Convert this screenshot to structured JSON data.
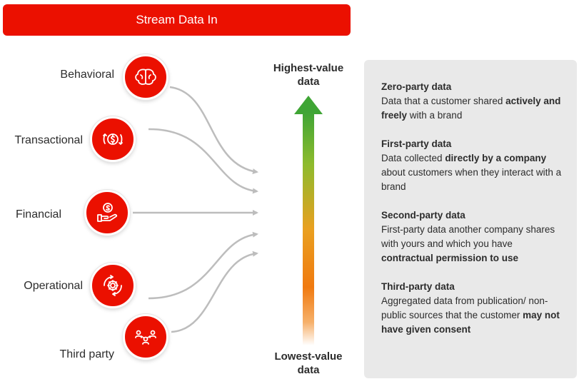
{
  "banner": {
    "title": "Stream Data In"
  },
  "sources": [
    {
      "label": "Behavioral",
      "icon": "brain-icon"
    },
    {
      "label": "Transactional",
      "icon": "currency-exchange-icon"
    },
    {
      "label": "Financial",
      "icon": "hand-coin-icon"
    },
    {
      "label": "Operational",
      "icon": "gear-cycle-icon"
    },
    {
      "label": "Third party",
      "icon": "people-network-icon"
    }
  ],
  "scale": {
    "top_label_line1": "Highest-value",
    "top_label_line2": "data",
    "bottom_label_line1": "Lowest-value",
    "bottom_label_line2": "data"
  },
  "colors": {
    "accent": "#eb1000",
    "high": "#3fa535",
    "mid": "#f07a10",
    "panel": "#e9e9e9"
  },
  "definitions": [
    {
      "title": "Zero-party data",
      "parts": [
        {
          "t": "Data that a customer shared "
        },
        {
          "t": "actively and freely",
          "b": true
        },
        {
          "t": " with a brand"
        }
      ]
    },
    {
      "title": "First-party data",
      "parts": [
        {
          "t": "Data collected "
        },
        {
          "t": "directly by a company",
          "b": true
        },
        {
          "t": " about customers when they interact with a brand"
        }
      ]
    },
    {
      "title": "Second-party data",
      "parts": [
        {
          "t": "First-party data another company shares with yours and which you have "
        },
        {
          "t": "contractual permission to use",
          "b": true
        }
      ]
    },
    {
      "title": "Third-party data",
      "parts": [
        {
          "t": "Aggregated data from publication/ non-public sources that the customer "
        },
        {
          "t": "may not have given consent",
          "b": true
        }
      ]
    }
  ]
}
